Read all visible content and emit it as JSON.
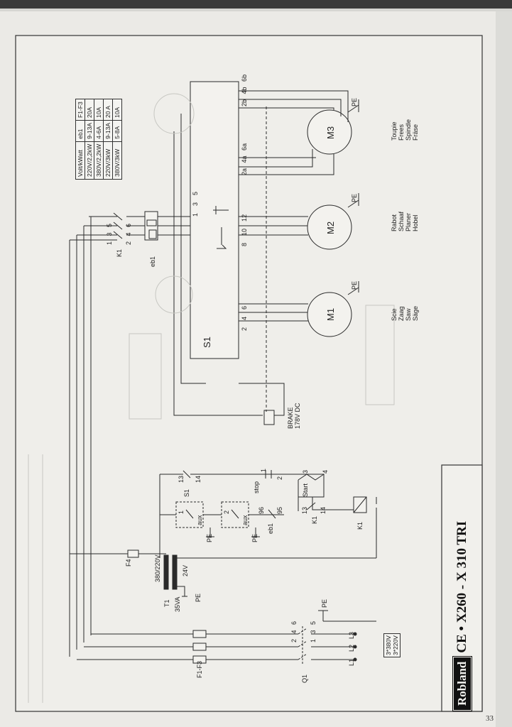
{
  "page_number": "33",
  "title": {
    "brand": "Robland",
    "model": "CE • X260 - X 310 TRI"
  },
  "rating_table": {
    "headers": [
      "Volt/kWatt",
      "eb1",
      "F1-F3"
    ],
    "rows": [
      [
        "220V/2,2kW",
        "9-13A",
        "20A"
      ],
      [
        "380V/2,2kW",
        "4-6A",
        "10A"
      ],
      [
        "220V/3kW",
        "9-13A",
        "20 A"
      ],
      [
        "380V/3kW",
        "5-8A",
        "10A"
      ]
    ]
  },
  "supply_box": [
    "3*380V",
    "3*220V"
  ],
  "motors": {
    "m1": {
      "label": "M1",
      "tools": [
        "Scie",
        "Zaag",
        "Saw",
        "Säge"
      ]
    },
    "m2": {
      "label": "M2",
      "tools": [
        "Rabot",
        "Schaaf",
        "Planer",
        "Hobel"
      ]
    },
    "m3": {
      "label": "M3",
      "tools": [
        "Toupie",
        "Frees",
        "Spindle",
        "Fräse"
      ]
    }
  },
  "labels": {
    "pe": "PE",
    "s1": "S1",
    "eb1": "eb1",
    "k1": "K1",
    "f4": "F4",
    "t1": "T1",
    "t1_rating": "35VA",
    "t1_primary": "380/220V",
    "t1_secondary": "24V",
    "f1f3": "F1-F3",
    "q1": "Q1",
    "brake": "BRAKE",
    "brake_voltage": "178V DC",
    "stop": "stop",
    "start": "Start",
    "aux": "aux",
    "l1": "L1",
    "l2": "L2",
    "l3": "L3"
  },
  "terminals": {
    "s1_top": [
      "1",
      "3",
      "5"
    ],
    "s1_m1": [
      "2",
      "4",
      "6"
    ],
    "s1_m2": [
      "8",
      "10",
      "12"
    ],
    "s1_m3_low": [
      "2a",
      "4a",
      "6a"
    ],
    "s1_m3_high": [
      "2b",
      "4b",
      "6b"
    ],
    "k1_top": [
      "1",
      "3",
      "5"
    ],
    "k1_bottom": [
      "2",
      "4",
      "6"
    ],
    "q1_top": [
      "2",
      "4",
      "6"
    ],
    "q1_bottom": [
      "1",
      "3",
      "5"
    ],
    "s1_aux": [
      "13",
      "14"
    ],
    "stop": [
      "1",
      "2"
    ],
    "start": [
      "3",
      "4"
    ],
    "k1_aux": [
      "13",
      "14"
    ],
    "eb1_aux": [
      "96",
      "95"
    ],
    "aux_contacts": [
      "1",
      "2"
    ]
  },
  "colors": {
    "line": "#2a2a2a",
    "paper": "#efeeea",
    "frame": "#333333"
  }
}
